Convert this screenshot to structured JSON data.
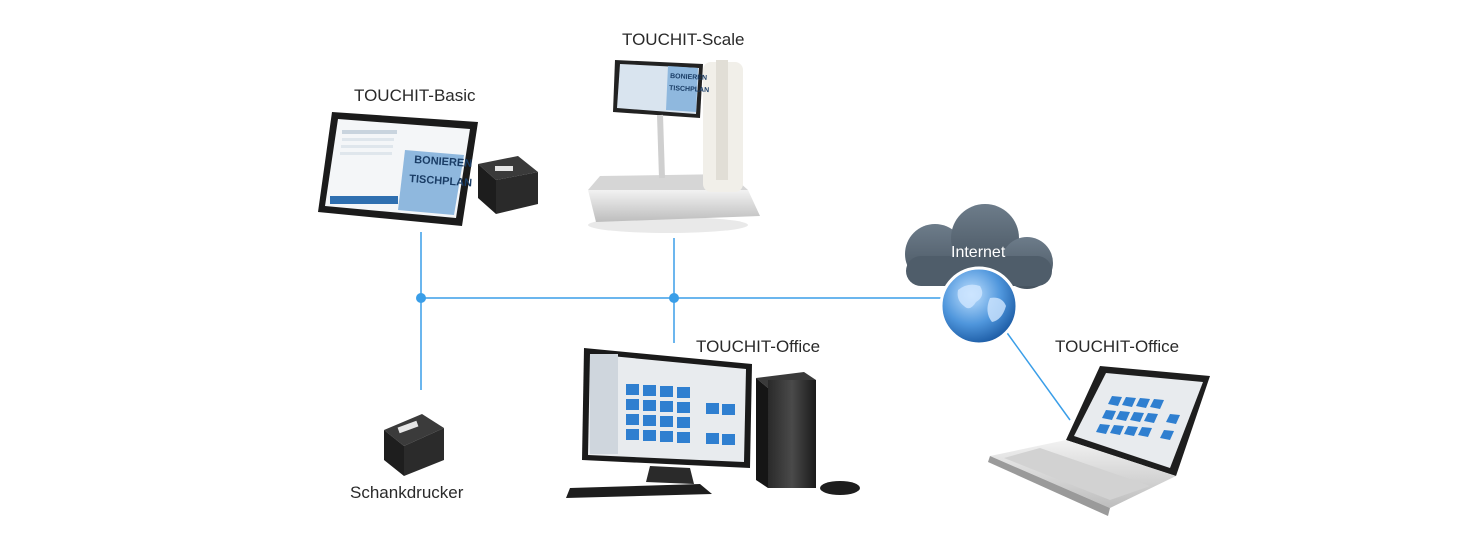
{
  "labels": {
    "scale": "TOUCHIT-Scale",
    "basic": "TOUCHIT-Basic",
    "office_desktop": "TOUCHIT-Office",
    "office_laptop": "TOUCHIT-Office",
    "printer": "Schankdrucker",
    "internet": "Internet"
  },
  "tablet_screen": {
    "button_1": "BONIEREN",
    "button_2": "TISCHPLAN"
  },
  "scale_screen": {
    "button_1": "BONIEREN",
    "button_2": "TISCHPLAN"
  },
  "colors": {
    "network_line": "#3a9ee8",
    "cloud": "#566675",
    "globe": "#4a8fd4",
    "app_tile": "#2f7fd0"
  }
}
